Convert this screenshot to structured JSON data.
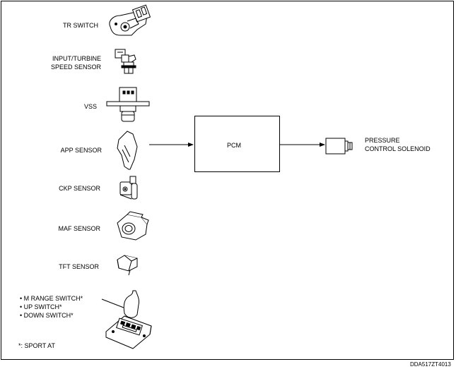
{
  "inputs": {
    "tr_switch": "TR SWITCH",
    "input_turbine_line1": "INPUT/TURBINE",
    "input_turbine_line2": "SPEED SENSOR",
    "vss": "VSS",
    "app_sensor": "APP SENSOR",
    "ckp_sensor": "CKP SENSOR",
    "maf_sensor": "MAF SENSOR",
    "tft_sensor": "TFT SENSOR",
    "switches": [
      "M RANGE SWITCH*",
      "UP SWITCH*",
      "DOWN SWITCH*"
    ]
  },
  "pcm": "PCM",
  "output": {
    "line1": "PRESSURE",
    "line2": "CONTROL SOLENOID"
  },
  "footnote": "*: SPORT AT",
  "figure_code": "DDA517ZT4013"
}
